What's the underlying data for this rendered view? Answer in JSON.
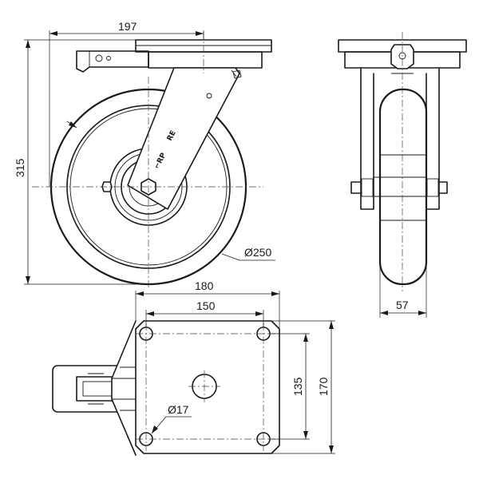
{
  "dimensions": {
    "plate_offset": "197",
    "overall_height": "315",
    "wheel_diameter": "Ø250",
    "wheel_width": "57",
    "plate_length": "180",
    "hole_spacing_length": "150",
    "hole_spacing_width": "135",
    "plate_width": "170",
    "hole_diameter": "Ø17"
  },
  "branding": {
    "logo_text": "⌐RP",
    "mark_text": "RE"
  }
}
